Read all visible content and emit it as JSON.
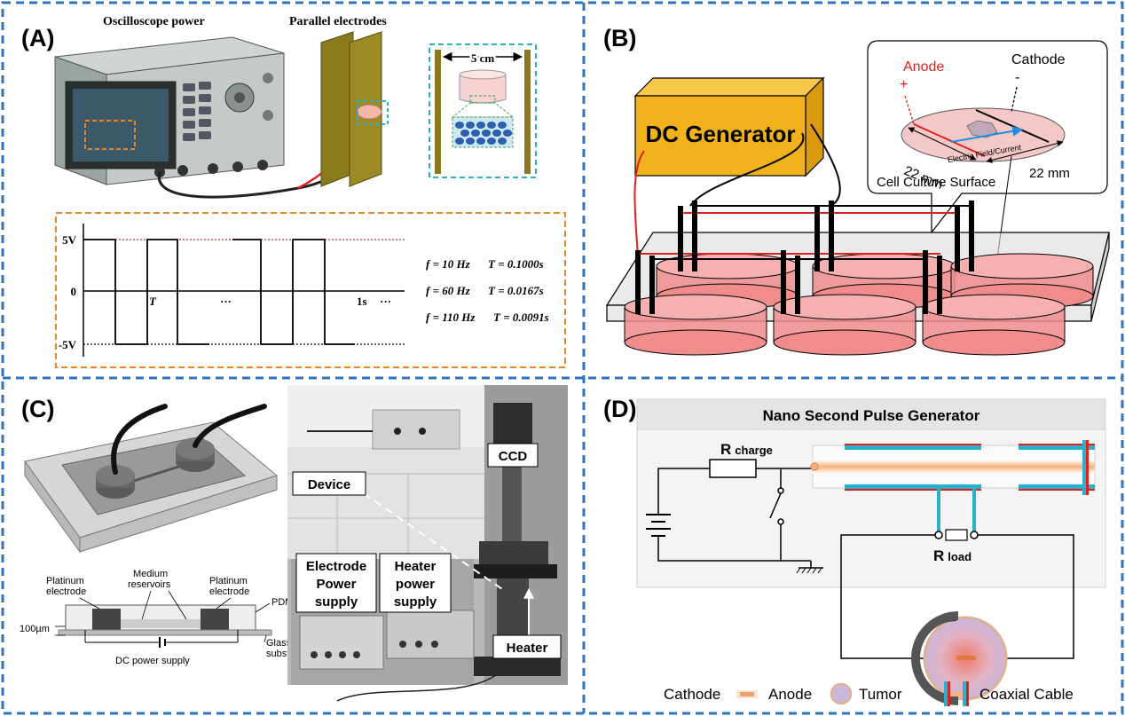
{
  "panels": {
    "a": {
      "label": "(A)",
      "oscilloscope_label": "Oscilloscope power",
      "electrodes_label": "Parallel electrodes",
      "distance_label": "5 cm",
      "waveform": {
        "y_high": "5V",
        "y_zero": "0",
        "y_low": "-5V",
        "period_label": "T",
        "ellipsis": "···",
        "one_second": "1s",
        "params": [
          {
            "f": "f = 10 Hz",
            "t": "T = 0.1000s"
          },
          {
            "f": "f = 60 Hz",
            "t": "T = 0.0167s"
          },
          {
            "f": "f = 110 Hz",
            "t": "T = 0.0091s"
          }
        ]
      }
    },
    "b": {
      "label": "(B)",
      "generator_label": "DC Generator",
      "anode_label": "Anode",
      "anode_sign": "+",
      "cathode_label": "Cathode",
      "cathode_sign": "-",
      "width_label": "22 mm",
      "length_label": "22 mm",
      "field_label": "Electric Field/Current",
      "surface_label": "Cell Culture Surface"
    },
    "c": {
      "label": "(C)",
      "device_label": "Device",
      "ccd_label": "CCD",
      "electrode_supply_label": "Electrode\nPower\nsupply",
      "heater_supply_label": "Heater\npower\nsupply",
      "heater_label": "Heater",
      "platinum_left": "Platinum\nelectrode",
      "medium_label": "Medium\nreservoirs",
      "platinum_right": "Platinum\nelectrode",
      "pdms_label": "PDMS",
      "thickness_label": "100µm",
      "glass_label": "Glass\nsubstrate",
      "dc_supply_label": "DC power supply"
    },
    "d": {
      "label": "(D)",
      "title": "Nano Second Pulse Generator",
      "r_charge": "R",
      "r_charge_sub": "charge",
      "r_load": "R",
      "r_load_sub": "load",
      "legend": {
        "cathode": "Cathode",
        "anode": "Anode",
        "tumor": "Tumor",
        "coax": "Coaxial Cable"
      }
    }
  },
  "colors": {
    "divider": "#2f73b8",
    "waveform_box": "#e8862a",
    "generator_fill": "#f2b21c",
    "dish_fill": "#f08c8c",
    "wire_red": "#e02020",
    "cable_teal": "#2ab0c8",
    "tumor_fill": "#c9b6dc"
  }
}
